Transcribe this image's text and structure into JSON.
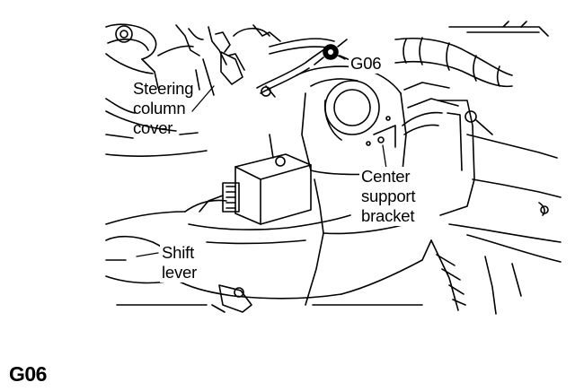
{
  "diagram": {
    "callouts": {
      "connector_ref": "G06",
      "steering_cover": "Steering\ncolumn\ncover",
      "center_bracket": "Center\nsupport\nbracket",
      "shift_lever": "Shift\nlever"
    },
    "caption": "G06",
    "colors": {
      "ink": "#000000",
      "paper": "#ffffff"
    }
  }
}
